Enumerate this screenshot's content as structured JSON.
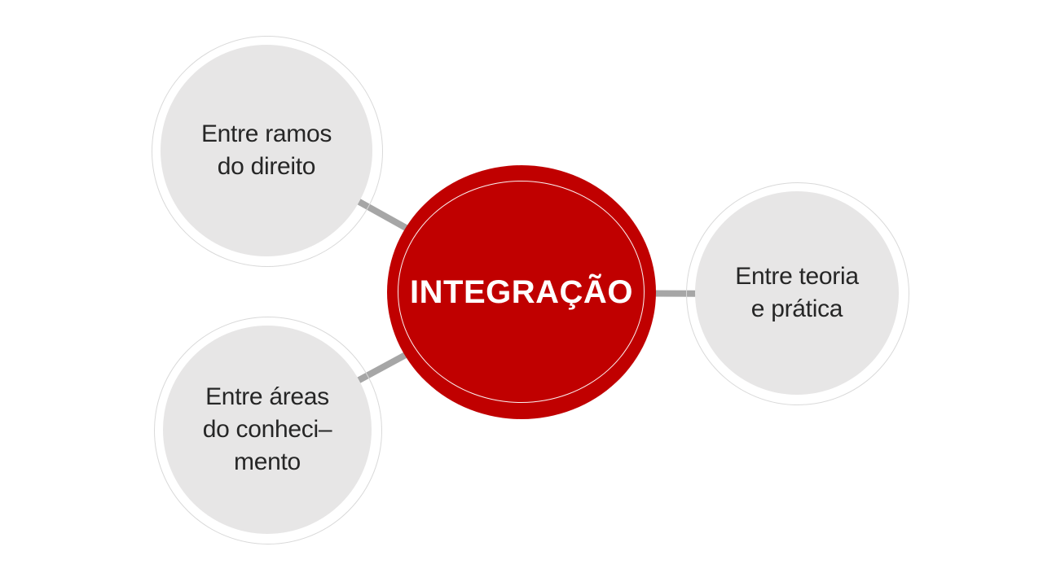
{
  "page": {
    "background_color": "#FFFFFF"
  },
  "diagram": {
    "type": "radial",
    "center_node": {
      "label": "INTEGRAÇÃO",
      "fill_color": "#C00000",
      "text_color": "#FFFFFF",
      "inner_ring_color": "#FFFFFF"
    },
    "satellite_nodes": [
      {
        "label": "Entre ramos\ndo direito"
      },
      {
        "label": "Entre áreas\ndo conheci–\nmento"
      },
      {
        "label": "Entre teoria\ne prática"
      }
    ],
    "satellite_fill_color": "#E7E6E6",
    "satellite_text_color": "#262626",
    "connector_color": "#A6A6A6",
    "outer_ring_color": "#D9D9D9"
  }
}
